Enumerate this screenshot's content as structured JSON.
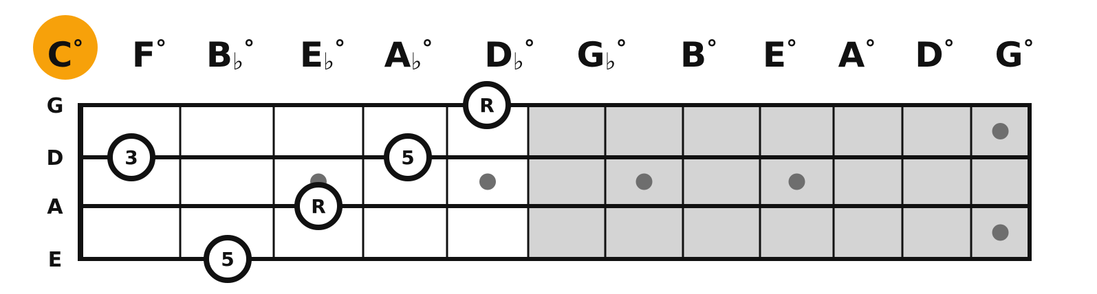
{
  "chord_names": [
    {
      "root": "C",
      "accidental": "",
      "symbol": "°",
      "highlighted": true
    },
    {
      "root": "F",
      "accidental": "",
      "symbol": "°",
      "highlighted": false
    },
    {
      "root": "B",
      "accidental": "♭",
      "symbol": "°",
      "highlighted": false
    },
    {
      "root": "E",
      "accidental": "♭",
      "symbol": "°",
      "highlighted": false
    },
    {
      "root": "A",
      "accidental": "♭",
      "symbol": "°",
      "highlighted": false
    },
    {
      "root": "D",
      "accidental": "♭",
      "symbol": "°",
      "highlighted": false
    },
    {
      "root": "G",
      "accidental": "♭",
      "symbol": "°",
      "highlighted": false
    },
    {
      "root": "B",
      "accidental": "",
      "symbol": "°",
      "highlighted": false
    },
    {
      "root": "E",
      "accidental": "",
      "symbol": "°",
      "highlighted": false
    },
    {
      "root": "A",
      "accidental": "",
      "symbol": "°",
      "highlighted": false
    },
    {
      "root": "D",
      "accidental": "",
      "symbol": "°",
      "highlighted": false
    },
    {
      "root": "G",
      "accidental": "",
      "symbol": "°",
      "highlighted": false
    }
  ],
  "strings": [
    "G",
    "D",
    "A",
    "E"
  ],
  "fret_count": 12,
  "active_frets": 5,
  "inlay_frets": [
    3,
    5,
    7,
    9
  ],
  "double_inlay_fret": 12,
  "notes": [
    {
      "string": "G",
      "fret": 5,
      "label": "R"
    },
    {
      "string": "D",
      "fret": 1,
      "label": "3"
    },
    {
      "string": "D",
      "fret": 4,
      "label": "5"
    },
    {
      "string": "A",
      "fret": 3,
      "label": "R"
    },
    {
      "string": "E",
      "fret": 2,
      "label": "5"
    }
  ],
  "colors": {
    "highlight": "#f7a10a",
    "ink": "#111111",
    "inactive_fill": "#d4d4d4",
    "inlay": "#6e6e6e",
    "background": "#ffffff"
  }
}
